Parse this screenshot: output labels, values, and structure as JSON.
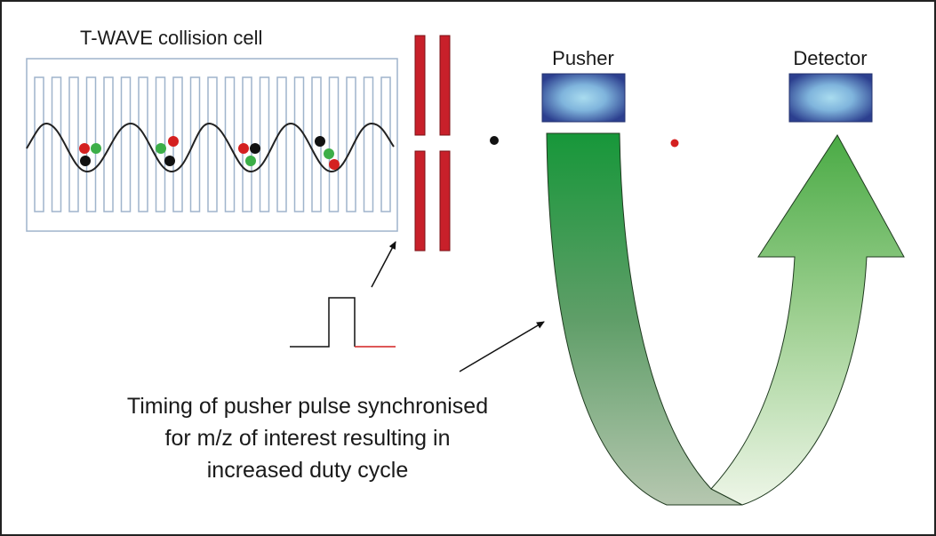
{
  "title": "T-WAVE collision cell",
  "labels": {
    "pusher": "Pusher",
    "detector": "Detector"
  },
  "caption": {
    "line1": "Timing of pusher pulse synchronised",
    "line2": "for m/z of interest resulting in",
    "line3": "increased duty cycle"
  },
  "colors": {
    "ion_red": "#d42020",
    "ion_green": "#3cae48",
    "ion_black": "#111111",
    "lens_red": "#c8202a",
    "electrode_blue": "#9fb4cc",
    "box_blue": "#2c3f8f"
  }
}
